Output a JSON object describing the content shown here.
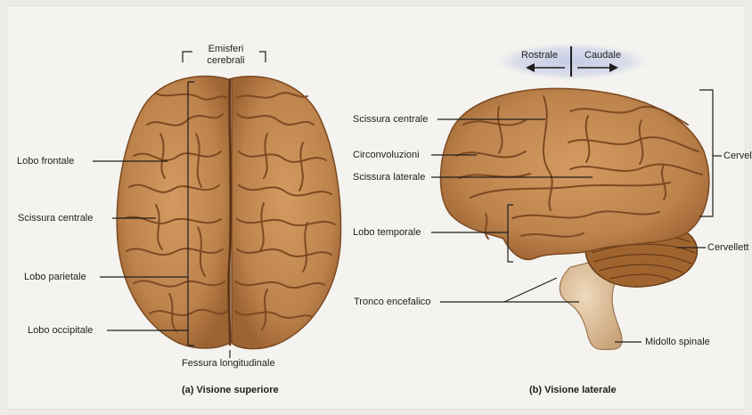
{
  "superior_view": {
    "caption": "(a) Visione superiore",
    "labels": {
      "hemispheres": "Emisferi\ncerebrali",
      "frontal_lobe": "Lobo frontale",
      "central_sulcus": "Scissura centrale",
      "parietal_lobe": "Lobo parietale",
      "occipital_lobe": "Lobo occipitale",
      "longitudinal_fissure": "Fessura longitudinale"
    }
  },
  "lateral_view": {
    "caption": "(b) Visione laterale",
    "orientation": {
      "rostral": "Rostrale",
      "caudal": "Caudale"
    },
    "labels": {
      "central_sulcus": "Scissura centrale",
      "gyri": "Circonvoluzioni",
      "lateral_sulcus": "Scissura laterale",
      "temporal_lobe": "Lobo temporale",
      "brainstem": "Tronco encefalico",
      "spinal_cord": "Midollo spinale",
      "cerebrum": "Cervell",
      "cerebellum": "Cervellett"
    }
  },
  "colors": {
    "brain": "#c48a52",
    "gyri_lines": "#7d4a22",
    "brainstem": "#e2c7a6",
    "cerebellum": "#9a5f2e"
  }
}
